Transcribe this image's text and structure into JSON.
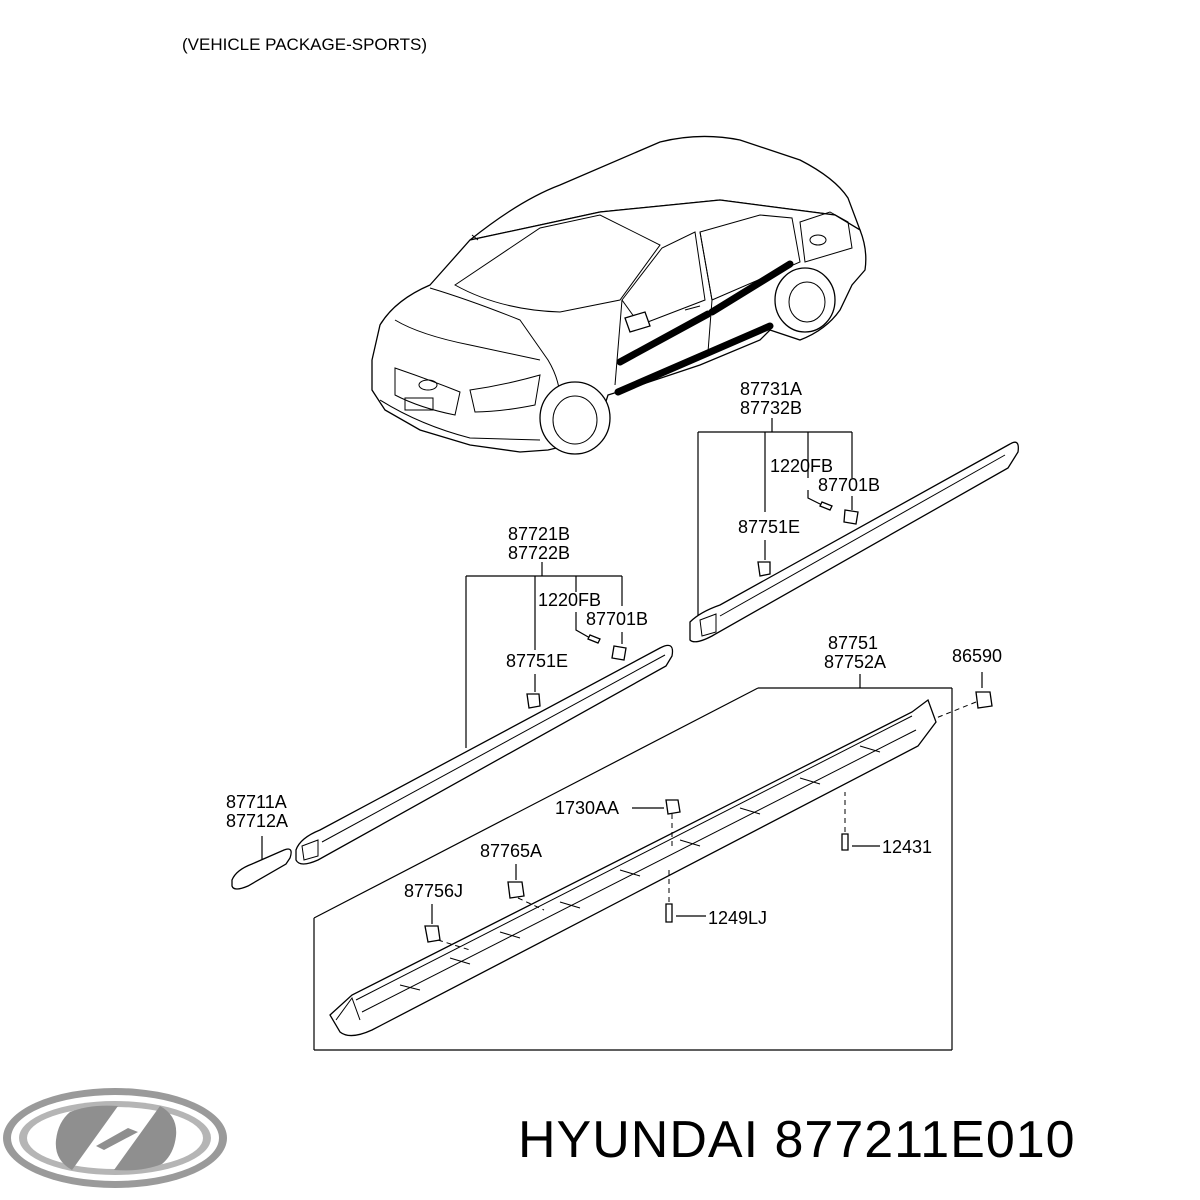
{
  "header": {
    "package_note": "(VEHICLE PACKAGE-SPORTS)"
  },
  "labels": {
    "p87731A": "87731A",
    "p87732B": "87732B",
    "p1220FB_rear": "1220FB",
    "p87701B_rear": "87701B",
    "p87751E_rear": "87751E",
    "p87721B": "87721B",
    "p87722B": "87722B",
    "p1220FB_front": "1220FB",
    "p87701B_front": "87701B",
    "p87751E_front": "87751E",
    "p87751": "87751",
    "p87752A": "87752A",
    "p86590": "86590",
    "p1730AA": "1730AA",
    "p12431": "12431",
    "p87765A": "87765A",
    "p87756J": "87756J",
    "p1249LJ": "1249LJ",
    "p87711A": "87711A",
    "p87712A": "87712A"
  },
  "brand": {
    "name": "HYUNDAI",
    "part_number": "877211E010",
    "logo_icon": "hyundai-logo-icon"
  },
  "colors": {
    "line": "#000000",
    "background": "#ffffff",
    "logo_gray": "#9a9a9a"
  }
}
